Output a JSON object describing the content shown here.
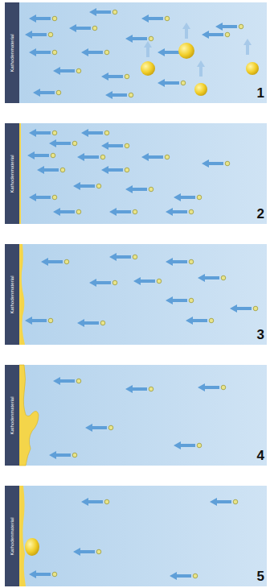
{
  "diagram": {
    "nodes": [
      {
        "text": [
          "Kathodenmaterial"
        ]
      },
      {
        "text": [
          "Kathodenmaterial"
        ]
      },
      {
        "text": [
          "Kathodenmaterial"
        ]
      },
      {
        "text": [
          "Kathodenmaterial"
        ]
      },
      {
        "text": [
          "Kathodenmaterial"
        ]
      }
    ],
    "labels": [
      "1",
      "2",
      "3",
      "4",
      "5"
    ]
  }
}
